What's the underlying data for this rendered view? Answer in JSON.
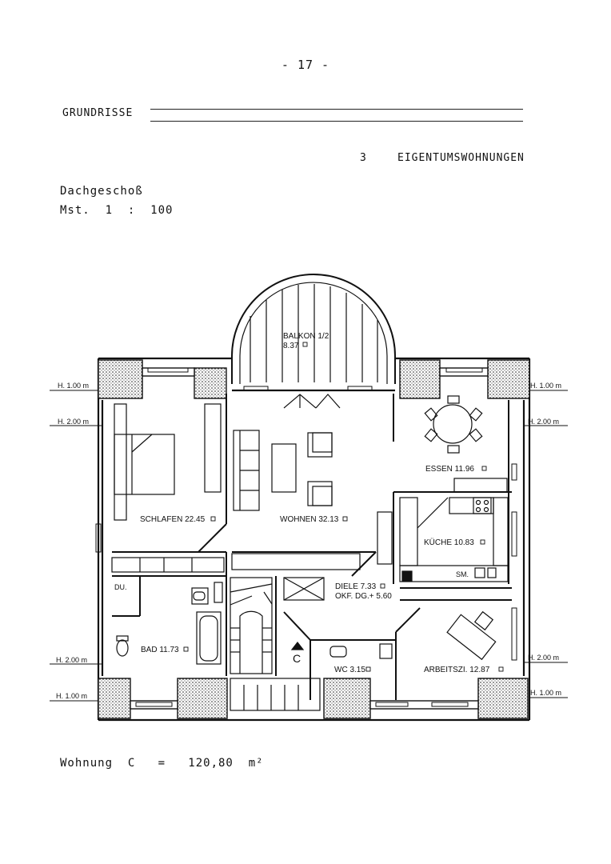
{
  "page_number": "- 17 -",
  "section_title": "GRUNDRISSE",
  "unit_count": "3",
  "unit_heading": "EIGENTUMSWOHNUNGEN",
  "floor_name": "Dachgeschoß",
  "scale": "Mst.  1  :  100",
  "footer": "Wohnung  C   =   120,80  m²",
  "plan": {
    "rooms": {
      "balkon": "BALKON  1/2",
      "balkon_area": "8.37",
      "schlafen": "SCHLAFEN 22.45",
      "wohnen": "WOHNEN 32.13",
      "essen": "ESSEN 11.96",
      "kueche": "KÜCHE 10.83",
      "diele": "DIELE 7.33",
      "okf": "OKF. DG.+ 5.60",
      "bad": "BAD 11.73",
      "wc": "WC 3.15",
      "arbeitszi": "ARBEITSZI. 12.87",
      "du": "DU.",
      "sm": "SM.",
      "unit_letter": "C"
    },
    "heights": {
      "left_top_1": "H. 1.00 m",
      "left_top_2": "H. 2.00 m",
      "left_bottom_2": "H. 2.00 m",
      "left_bottom_1": "H. 1.00 m",
      "right_top_1": "H. 1.00 m",
      "right_top_2": "H. 2.00 m",
      "right_bottom_2": "H. 2.00 m",
      "right_bottom_1": "H. 1.00 m"
    }
  }
}
